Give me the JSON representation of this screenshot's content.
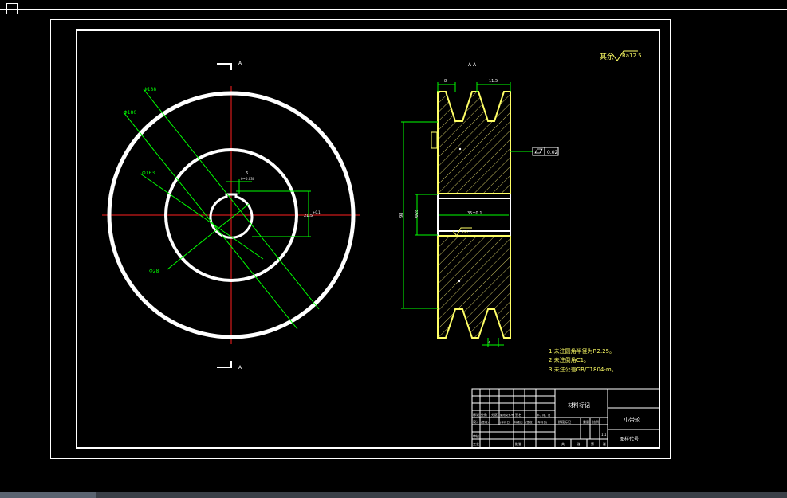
{
  "colors": {
    "background": "#000000",
    "frame": "#ffffff",
    "centerline": "#ff2020",
    "dimension": "#00ff00",
    "section": "#ffff66",
    "section_fill_hatch": "#c8c060"
  },
  "front_view": {
    "section_label_top": "A",
    "section_label_bottom": "A",
    "dim_od1": "Φ188",
    "dim_od2": "Φ180",
    "dim_od3": "Φ163",
    "dim_keyway_width": "6",
    "dim_keyway_width_tol": "0~0.030",
    "dim_keyway_depth": "21.5",
    "dim_keyway_depth_tol": "+0.1",
    "dim_bore": "Φ28"
  },
  "section_view": {
    "title": "A-A",
    "dim_groove_pitch": "11.5",
    "dim_groove_edge": "8",
    "dim_height": "98",
    "dim_bore_height": "Φ28",
    "dim_bore_length": "35±0.1",
    "dim_groove_bottom": "4",
    "tolerance_value": "0.02",
    "surface_finish": "Ra6.3"
  },
  "roughness_note": {
    "label": "其余",
    "value": "Ra12.5"
  },
  "tech_requirements": [
    "1.未注圆角半径为R2.25。",
    "2.未注倒角C1。",
    "3.未注公差GB/T1804-m。"
  ],
  "title_block": {
    "material_mark": "材料标记",
    "part_name": "小带轮",
    "drawing_number": "图样代号",
    "row_labels": [
      "标记",
      "处数",
      "分区",
      "更改文件号",
      "签名",
      "年、月、日"
    ],
    "row_labels2": [
      "设计",
      "(签名)",
      "(年月日)",
      "标准化",
      "(签名)",
      "(年月日)"
    ],
    "stage_labels": [
      "阶段标记",
      "重量",
      "比例"
    ],
    "scale": "1:1",
    "design": "设计",
    "check": "审核",
    "process": "工艺",
    "approve": "批准",
    "sheets": [
      "共",
      "张",
      "第",
      "张"
    ]
  }
}
